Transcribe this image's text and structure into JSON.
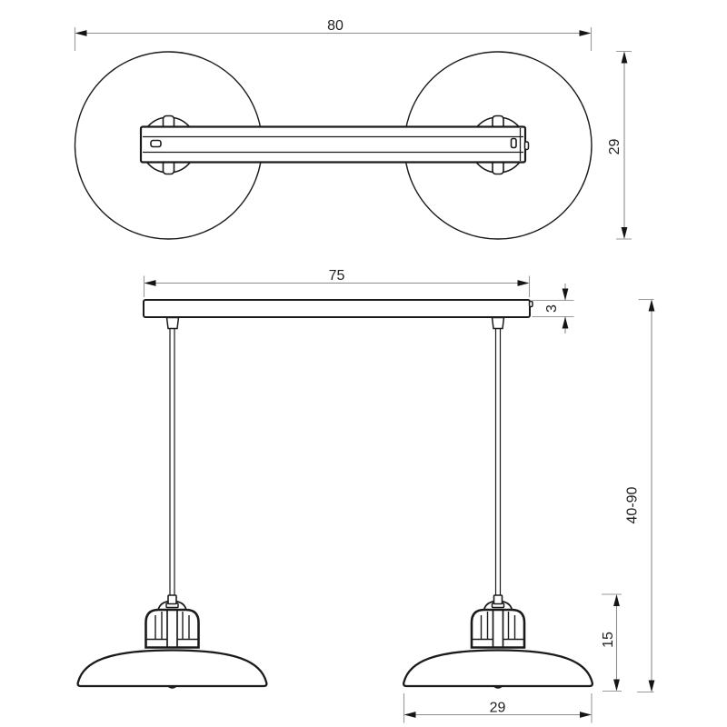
{
  "diagram": {
    "subject": "two-light pendant lamp technical dimension drawing",
    "labels": {
      "top_width": "80",
      "top_depth": "29",
      "canopy_width": "75",
      "canopy_thickness": "3",
      "hanging_range": "40-90",
      "shade_height": "15",
      "shade_width": "29"
    },
    "colors": {
      "background": "#ffffff",
      "outline": "#1b1b1b",
      "dimension_line": "#8c8c8c",
      "extension_tick": "#9a9a9a",
      "arrowhead": "#151515",
      "text": "#1f1f1f"
    }
  }
}
